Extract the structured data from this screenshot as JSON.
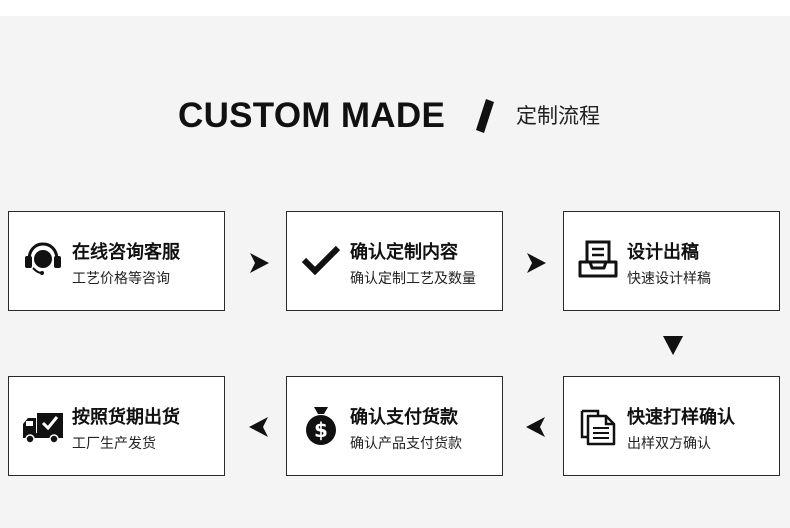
{
  "header": {
    "title_en": "CUSTOM MADE",
    "title_cn": "定制流程"
  },
  "steps": [
    {
      "title": "在线咨询客服",
      "subtitle": "工艺价格等咨询",
      "icon": "headset-icon"
    },
    {
      "title": "确认定制内容",
      "subtitle": "确认定制工艺及数量",
      "icon": "checkmark-icon"
    },
    {
      "title": "设计出稿",
      "subtitle": "快速设计样稿",
      "icon": "inbox-tray-icon"
    },
    {
      "title": "快速打样确认",
      "subtitle": "出样双方确认",
      "icon": "documents-icon"
    },
    {
      "title": "确认支付货款",
      "subtitle": "确认产品支付货款",
      "icon": "money-bag-icon"
    },
    {
      "title": "按照货期出货",
      "subtitle": "工厂生产发货",
      "icon": "delivery-truck-icon"
    }
  ]
}
